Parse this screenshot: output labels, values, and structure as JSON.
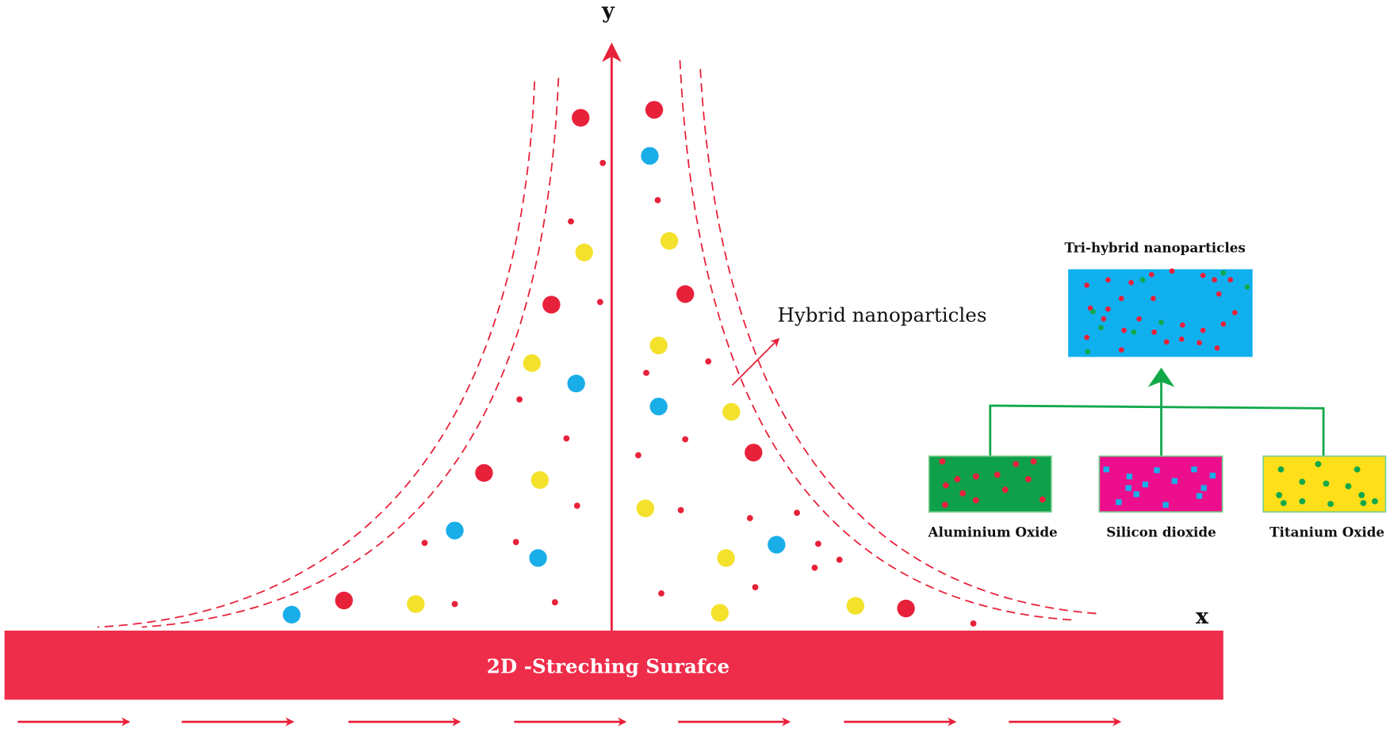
{
  "axes": {
    "y_label": "y",
    "x_label": "x"
  },
  "surface": {
    "label": "2D -Streching Surafce"
  },
  "hybrid": {
    "label": "Hybrid nanoparticles"
  },
  "tri_hybrid": {
    "title": "Tri-hybrid nanoparticles"
  },
  "components": [
    {
      "label": "Aluminium Oxide"
    },
    {
      "label": "Silicon dioxide"
    },
    {
      "label": "Titanium Oxide"
    }
  ],
  "colors": {
    "surface": "#EE2D4B",
    "red": "#E8213A",
    "blue": "#1AAEE8",
    "yellow": "#F3E12C",
    "green": "#12A84A",
    "magenta": "#EC0E8C",
    "tri_blue": "#10B0EE",
    "ti_yellow": "#FEDF1A"
  }
}
